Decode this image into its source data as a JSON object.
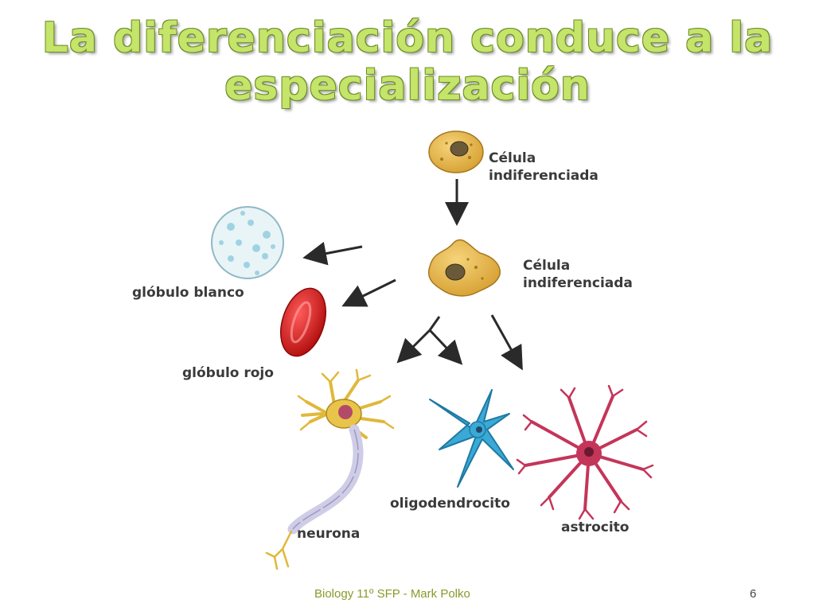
{
  "title": {
    "line1": "La diferenciación conduce a la",
    "line2": "especialización"
  },
  "labels": {
    "stem_top": [
      "Célula",
      "indiferenciada"
    ],
    "stem_mid": [
      "Célula",
      "indiferenciada"
    ],
    "white_cell": "glóbulo blanco",
    "red_cell": "glóbulo rojo",
    "neuron": "neurona",
    "oligodendrocyte": "oligodendrocito",
    "astrocyte": "astrocito"
  },
  "footer": {
    "text": "Biology 11º SFP - Mark Polko",
    "page": "6"
  },
  "colors": {
    "title": "#c4e46a",
    "stem_cell": "#e7b94a",
    "white_cell": "#dbeef3",
    "red_cell": "#d61e1e",
    "neuron_body": "#e8c54a",
    "axon": "#cfcde6",
    "oligodendrocyte": "#3aa9d6",
    "astrocyte": "#c4355a",
    "footer_text": "#8a9a2a"
  }
}
